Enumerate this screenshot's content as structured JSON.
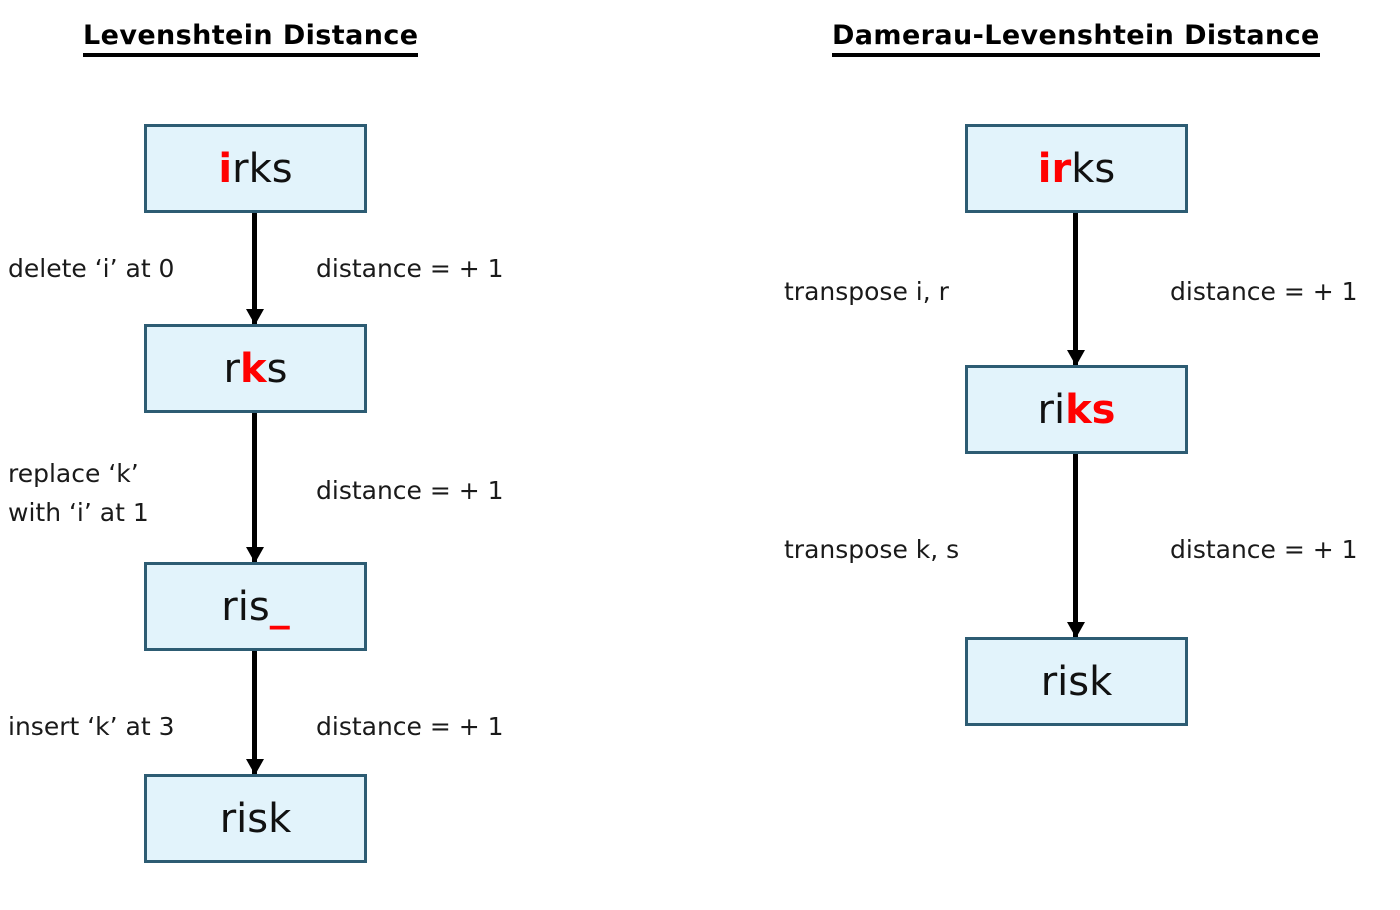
{
  "page": {
    "background": "#ffffff",
    "node_fill": "#e2f3fb",
    "node_border": "#2d5c73",
    "highlight_color": "#ff0000",
    "arrow_color": "#000000"
  },
  "columns": [
    {
      "id": "levenshtein",
      "title": "Levenshtein  Distance",
      "nodes": [
        {
          "id": "l-node-1",
          "full": "irks",
          "prefix": "",
          "highlight": "i",
          "suffix": "rks",
          "underscore": ""
        },
        {
          "id": "l-node-2",
          "full": "rks",
          "prefix": "r",
          "highlight": "k",
          "suffix": "s",
          "underscore": ""
        },
        {
          "id": "l-node-3",
          "full": "ris_",
          "prefix": "ris",
          "highlight": "",
          "suffix": "",
          "underscore": "_"
        },
        {
          "id": "l-node-4",
          "full": "risk",
          "prefix": "risk",
          "highlight": "",
          "suffix": "",
          "underscore": ""
        }
      ],
      "edges": [
        {
          "id": "l-edge-1",
          "operation": "delete ‘i’ at 0",
          "cost": "distance = + 1"
        },
        {
          "id": "l-edge-2",
          "operation": "replace ‘k’\nwith ‘i’ at 1",
          "cost": "distance = + 1"
        },
        {
          "id": "l-edge-3",
          "operation": "insert ‘k’ at 3",
          "cost": "distance = + 1"
        }
      ]
    },
    {
      "id": "damerau-levenshtein",
      "title": "Damerau-Levenshtein  Distance",
      "nodes": [
        {
          "id": "r-node-1",
          "full": "irks",
          "prefix": "",
          "highlight": "ir",
          "suffix": "ks",
          "underscore": ""
        },
        {
          "id": "r-node-2",
          "full": "riks",
          "prefix": "ri",
          "highlight": "ks",
          "suffix": "",
          "underscore": ""
        },
        {
          "id": "r-node-3",
          "full": "risk",
          "prefix": "risk",
          "highlight": "",
          "suffix": "",
          "underscore": ""
        }
      ],
      "edges": [
        {
          "id": "r-edge-1",
          "operation": "transpose i, r",
          "cost": "distance = + 1"
        },
        {
          "id": "r-edge-2",
          "operation": "transpose k, s",
          "cost": "distance = + 1"
        }
      ]
    }
  ]
}
